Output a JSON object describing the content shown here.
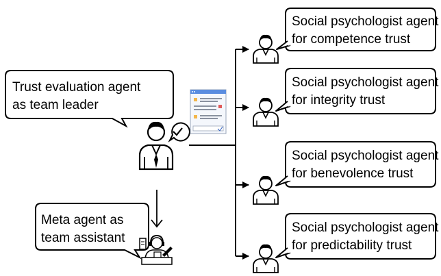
{
  "leader": {
    "line1": "Trust evaluation agent",
    "line2": "as team leader",
    "icon": "businessman-with-checkmark-icon"
  },
  "assistant": {
    "line1": "Meta agent as",
    "line2": "team assistant",
    "icon": "assistant-with-headset-icon"
  },
  "document": {
    "icon": "document-form-icon"
  },
  "agents": [
    {
      "line1": "Social psychologist agent",
      "line2": "for competence trust",
      "icon": "person-icon"
    },
    {
      "line1": "Social psychologist agent",
      "line2": "for integrity trust",
      "icon": "person-icon"
    },
    {
      "line1": "Social psychologist agent",
      "line2": "for benevolence trust",
      "icon": "person-icon"
    },
    {
      "line1": "Social psychologist agent",
      "line2": "for predictability trust",
      "icon": "person-icon"
    }
  ]
}
